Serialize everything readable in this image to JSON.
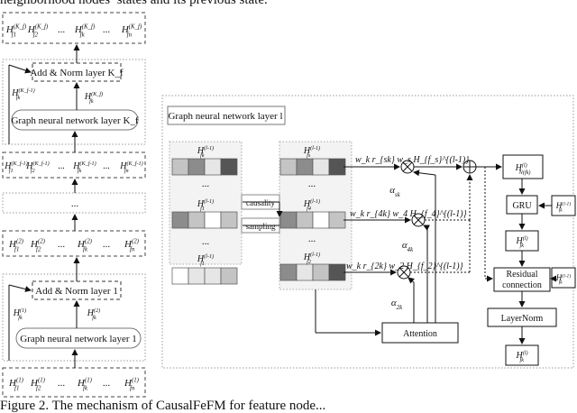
{
  "caption_top": "neighborhood nodes’ states and its previous state.",
  "caption_bottom": "Figure 2. The mechanism of CausalFeFM for feature node...",
  "left_stack": {
    "top_row": [
      "H_{f_1}^{(K_f)}",
      "H_{f_2}^{(K_f)}",
      "...",
      "H_{f_k}^{(K_f)}",
      "...",
      "H_{f_n}^{(K_f)}"
    ],
    "add_norm_top": "Add & Norm layer K_f",
    "h_prev_top": "H_{f_k}^{(K_f-1)}",
    "h_cur_top": "H_{f_k}^{(K_f)}",
    "gnn_top": "Graph neural network layer K_f",
    "row_kf_minus1": [
      "H_{f_1}^{(K_f-1)}",
      "H_{f_2}^{(K_f-1)}",
      "...",
      "H_{f_k}^{(K_f-1)}",
      "...",
      "H_{f_n}^{(K_f-1)}"
    ],
    "ellipsis": "...",
    "row_2": [
      "H_{f_1}^{(2)}",
      "H_{f_2}^{(2)}",
      "...",
      "H_{f_k}^{(2)}",
      "...",
      "H_{f_n}^{(2)}"
    ],
    "add_norm_bottom": "Add & Norm layer 1",
    "h_prev_bottom": "H_{f_k}^{(1)}",
    "h_cur_bottom": "H_{f_k}^{(2)}",
    "gnn_bottom": "Graph neural network layer 1",
    "row_1": [
      "H_{f_1}^{(1)}",
      "H_{f_2}^{(1)}",
      "...",
      "H_{f_k}^{(1)}",
      "...",
      "H_{f_n}^{(1)}"
    ]
  },
  "detail": {
    "title": "Graph neural network layer l",
    "input_nodes": [
      "H_{f_k}^{(l-1)}",
      "...",
      "H_{f_1}^{(l-1)}",
      "...",
      "H_{f_1}^{(l-1)}"
    ],
    "causality": "causality",
    "sampling": "sampling",
    "sampled_nodes": [
      "H_{f_s}^{(l-1)}",
      "...",
      "H_{f_4}^{(l-1)}",
      "...",
      "H_{f_2}^{(l-1)}"
    ],
    "edge_labels": [
      "w_k r_{sk} w_s H_{f_s}^{(l-1)}",
      "w_k r_{4k} w_4 H_{f_4}^{(l-1)}",
      "w_k r_{2k} w_2 H_{f_2}^{(l-1)}"
    ],
    "alphas": [
      "α_{sk}",
      "α_{4k}",
      "α_{2k}"
    ],
    "h_agg": "H_{N(f_k)}^{(l)}",
    "gru": "GRU",
    "h_prev": "H_{f_k}^{(l-1)}",
    "h_l": "H_{f_k}^{(l)}",
    "residual": [
      "Residual",
      "connection"
    ],
    "h_res_in": "H_{f_k}^{(l-1)}",
    "layernorm": "LayerNorm",
    "h_out": "H_{f_k}^{(l)}",
    "attention": "Attention"
  },
  "colors": {
    "dark": "#555555",
    "mid": "#8c8c8c",
    "light": "#c4c4c4",
    "pale": "#e6e6e6",
    "white": "#ffffff",
    "frame": "#999999",
    "panel": "#f2f2f2"
  }
}
